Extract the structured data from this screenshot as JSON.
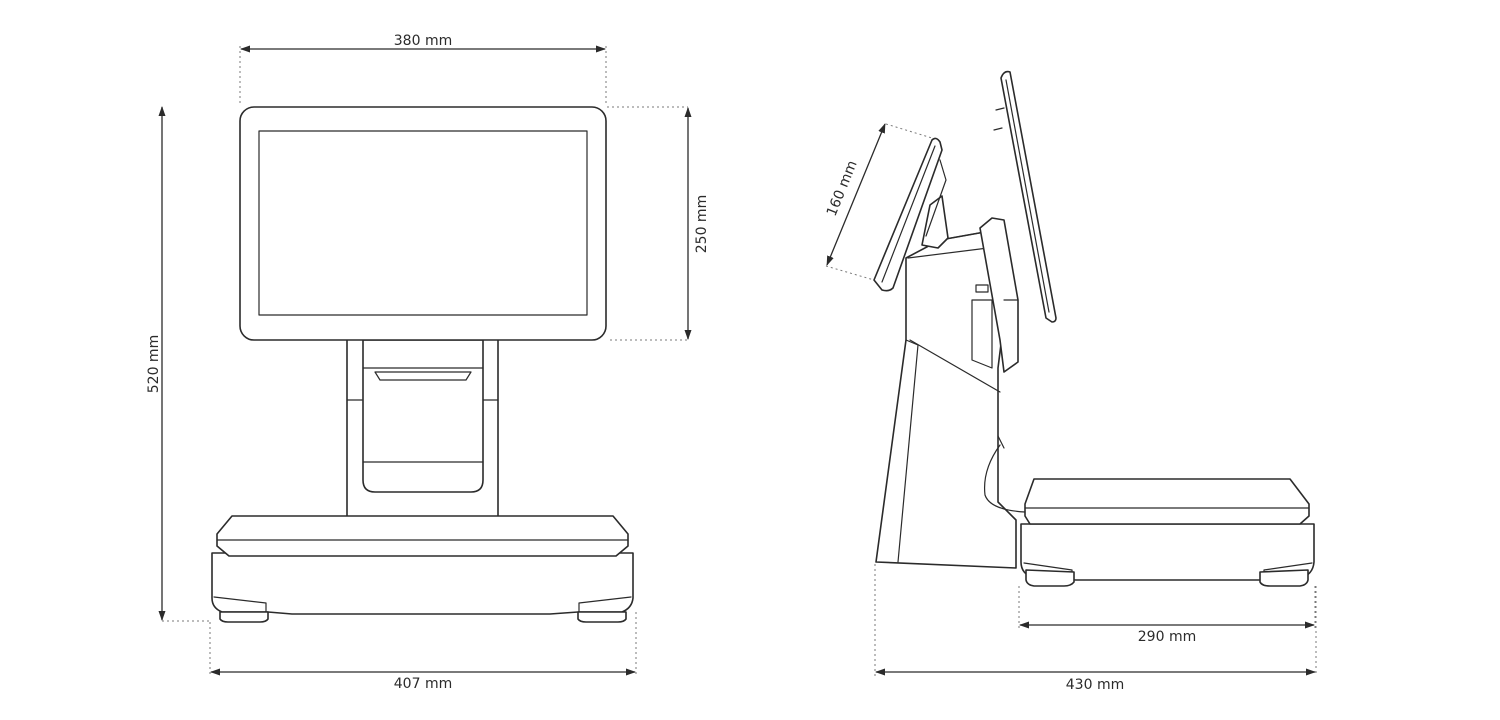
{
  "front_view": {
    "width_top": "380 mm",
    "height_total": "520 mm",
    "height_screen": "250 mm",
    "width_base": "407 mm"
  },
  "side_view": {
    "customer_display": "160 mm",
    "platter_depth": "290 mm",
    "total_depth": "430 mm"
  }
}
